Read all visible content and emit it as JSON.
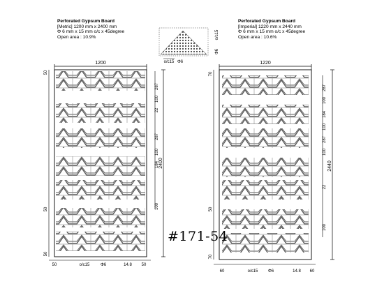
{
  "metric": {
    "title": "Perforated Gypsum Board",
    "size": "[Metric]  1200 mm x 2400 mm",
    "hole_spec": "Φ 6 mm x 15 mm o/c x 45degree",
    "open_area": "Open area :  10.9%",
    "width_dim": "1200",
    "height_dim": "2400",
    "left_dims": [
      "50",
      "50",
      "50"
    ],
    "right_dims": [
      "287",
      "100",
      "22",
      "287",
      "100",
      "184",
      "100"
    ],
    "bottom_dims": [
      "50",
      "o/c15",
      "Φ6",
      "14.8",
      "50"
    ]
  },
  "imperial": {
    "title": "Perforated Gypsum Board",
    "size": "[Imperial]  1220 mm x 2440 mm",
    "hole_spec": "Φ 6 mm x 15 mm o/c x 45degree",
    "open_area": "Open area :  10.6%",
    "width_dim": "1220",
    "height_dim": "2440",
    "left_dims": [
      "70",
      "50",
      "70"
    ],
    "right_dims": [
      "287",
      "100",
      "184",
      "100",
      "287",
      "100",
      "22",
      "100"
    ],
    "bottom_dims": [
      "60",
      "o/c15",
      "Φ6",
      "14.8",
      "60"
    ]
  },
  "detail": {
    "oc_label": "o/c15",
    "phi_label": "Φ6",
    "oc_vertical": "o/c15",
    "phi_vertical": "Φ6"
  },
  "code_label": "#171-54",
  "line_color": "#000000",
  "pattern_color": "#555555"
}
